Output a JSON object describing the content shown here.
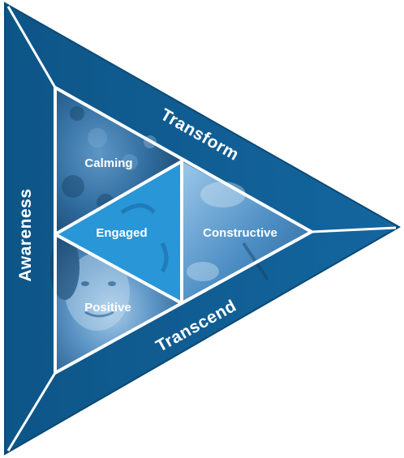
{
  "diagram": {
    "sides": {
      "left": "Awareness",
      "top": "Transform",
      "bottom": "Transcend"
    },
    "segments": {
      "top": "Calming",
      "center": "Engaged",
      "right": "Constructive",
      "bottom": "Positive"
    },
    "colors": {
      "outer": "#0f5c8e",
      "outer_edge": "#0b4a74",
      "center": "#2996d8",
      "photo_dark": "#1c4f77",
      "photo_mid": "#3a7fb3",
      "photo_light": "#7fb6de",
      "divider": "#ffffff"
    }
  }
}
